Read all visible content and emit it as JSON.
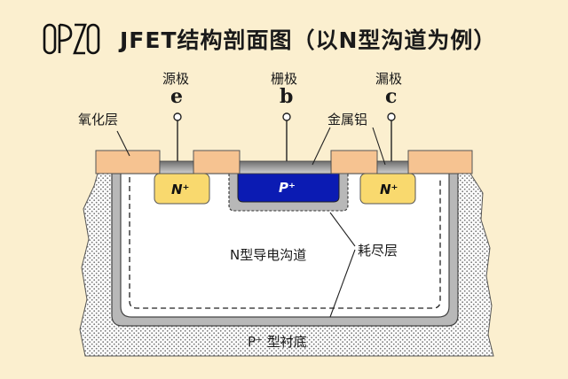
{
  "title": "JFET结构剖面图（以N型沟道为例）",
  "logo_text": "OPZO",
  "terminals": {
    "source": {
      "name": "源极",
      "letter": "e"
    },
    "gate": {
      "name": "栅极",
      "letter": "b"
    },
    "drain": {
      "name": "漏极",
      "letter": "c"
    }
  },
  "labels": {
    "oxide": "氧化层",
    "metal": "金属铝",
    "channel": "N型导电沟道",
    "depletion": "耗尽层",
    "substrate": "P⁺ 型衬底"
  },
  "regions": {
    "source_doping": "N⁺",
    "gate_doping": "P⁺",
    "drain_doping": "N⁺"
  },
  "colors": {
    "background": "#fbefcf",
    "oxide": "#f6c391",
    "n_plus": "#f9d96e",
    "p_plus": "#0b1bb3",
    "depletion": "#b8b8b8",
    "metal": "#9a9a9a"
  }
}
